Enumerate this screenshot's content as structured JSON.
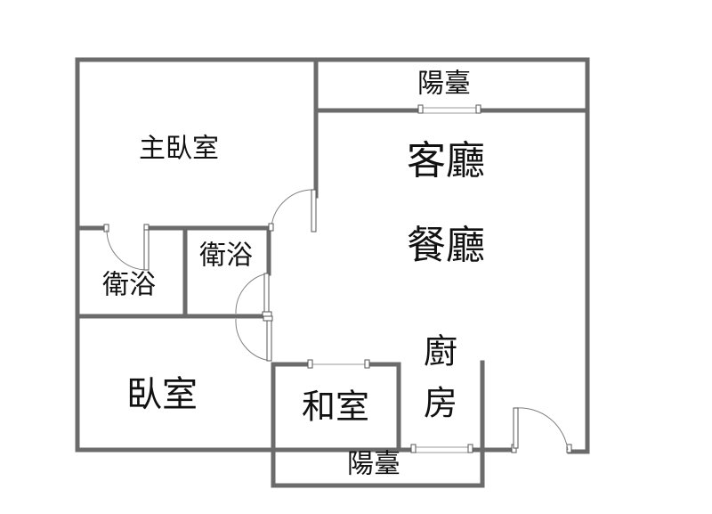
{
  "rooms": {
    "balcony_top": "陽臺",
    "master_bedroom": "主臥室",
    "living_room": "客廳",
    "dining_room": "餐廳",
    "bathroom_left": "衛浴",
    "bathroom_center": "衛浴",
    "kitchen_line1": "廚",
    "kitchen_line2": "房",
    "bedroom": "臥室",
    "tatami_room": "和室",
    "balcony_bottom": "陽臺"
  }
}
